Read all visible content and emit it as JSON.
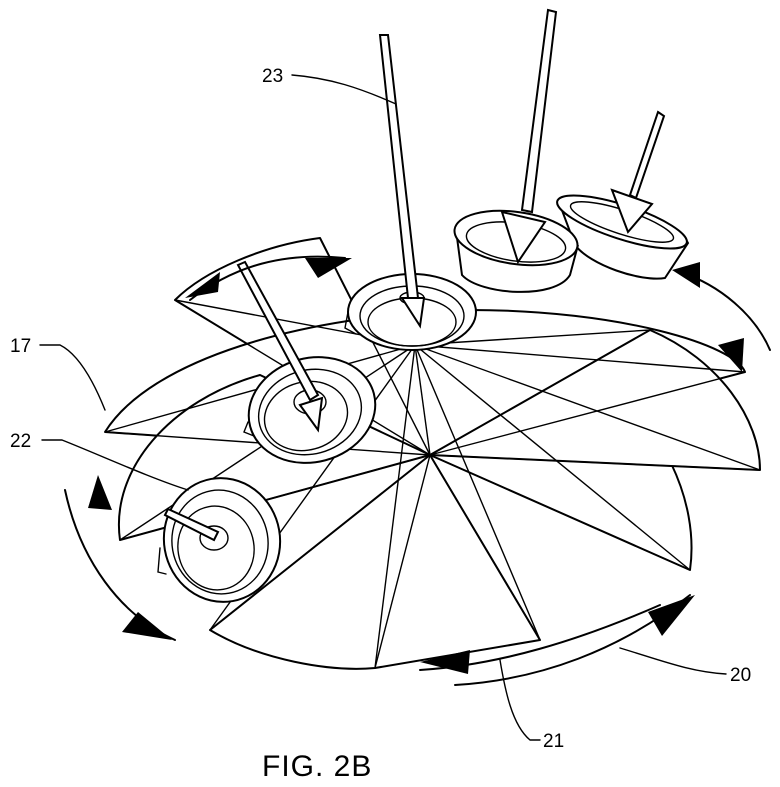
{
  "figure": {
    "caption": "FIG. 2B",
    "labels": {
      "l17": "17",
      "l20": "20",
      "l21": "21",
      "l22": "22",
      "l23": "23"
    }
  }
}
